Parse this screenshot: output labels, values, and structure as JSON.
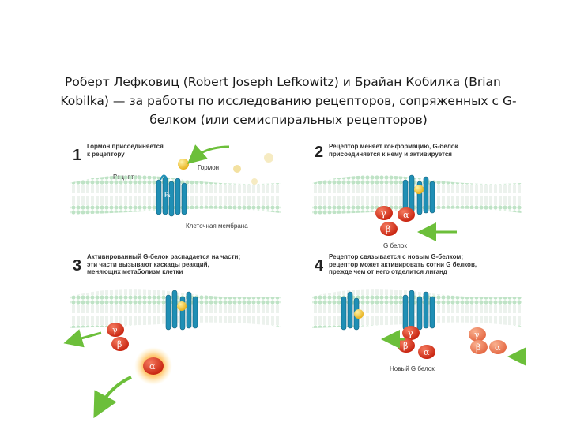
{
  "title": {
    "line1": "Роберт Лефковиц (Robert Joseph Lefkowitz) и Брайан Кобилка (Brian",
    "line2": "Kobilka) — за работы по исследованию рецепторов, сопряженных с G-",
    "line3": "белком (или семиспиральных рецепторов)"
  },
  "panels": [
    {
      "num": "1",
      "caption": [
        "Гормон присоединяется",
        "к рецептору"
      ]
    },
    {
      "num": "2",
      "caption": [
        "Рецептор меняет конформацию, G-белок",
        "присоединяется к нему и активируется"
      ]
    },
    {
      "num": "3",
      "caption": [
        "Активированный G-белок распадается на части;",
        "эти части вызывают каскады реакций,",
        "меняющих метаболизм клетки"
      ]
    },
    {
      "num": "4",
      "caption": [
        "Рецептор связывается с новым G-белком;",
        "рецептор может активировать сотни G белков,",
        "прежде чем от него отделится лиганд"
      ]
    }
  ],
  "labels": {
    "hormone": "Гормон",
    "receptor": "Рецептор",
    "membrane": "Клеточная мембрана",
    "g_protein": "G белок",
    "new_g_protein": "Новый G белок"
  },
  "subunits": {
    "alpha": "α",
    "beta": "β",
    "gamma": "γ"
  },
  "colors": {
    "receptor": "#1f8fb5",
    "membrane_head": "#bfe3c6",
    "gprotein": "#d8311f",
    "new_gprotein": "#ef7a55",
    "hormone": "#f2c230",
    "arrow": "#6cbf3a"
  }
}
